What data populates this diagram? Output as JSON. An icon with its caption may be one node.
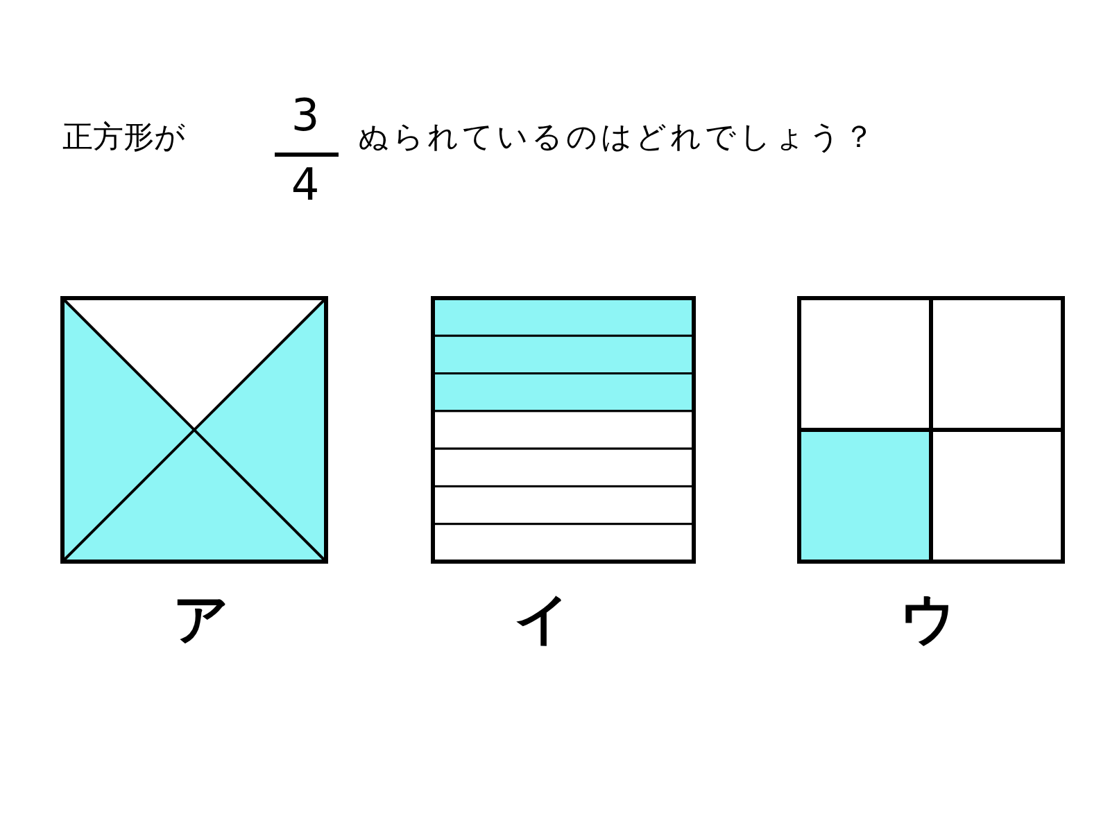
{
  "diagram": {
    "labels": [
      "正方形が",
      "3",
      "4",
      "ぬられているのはどれでしょう？",
      "ア",
      "イ",
      "ウ"
    ]
  }
}
